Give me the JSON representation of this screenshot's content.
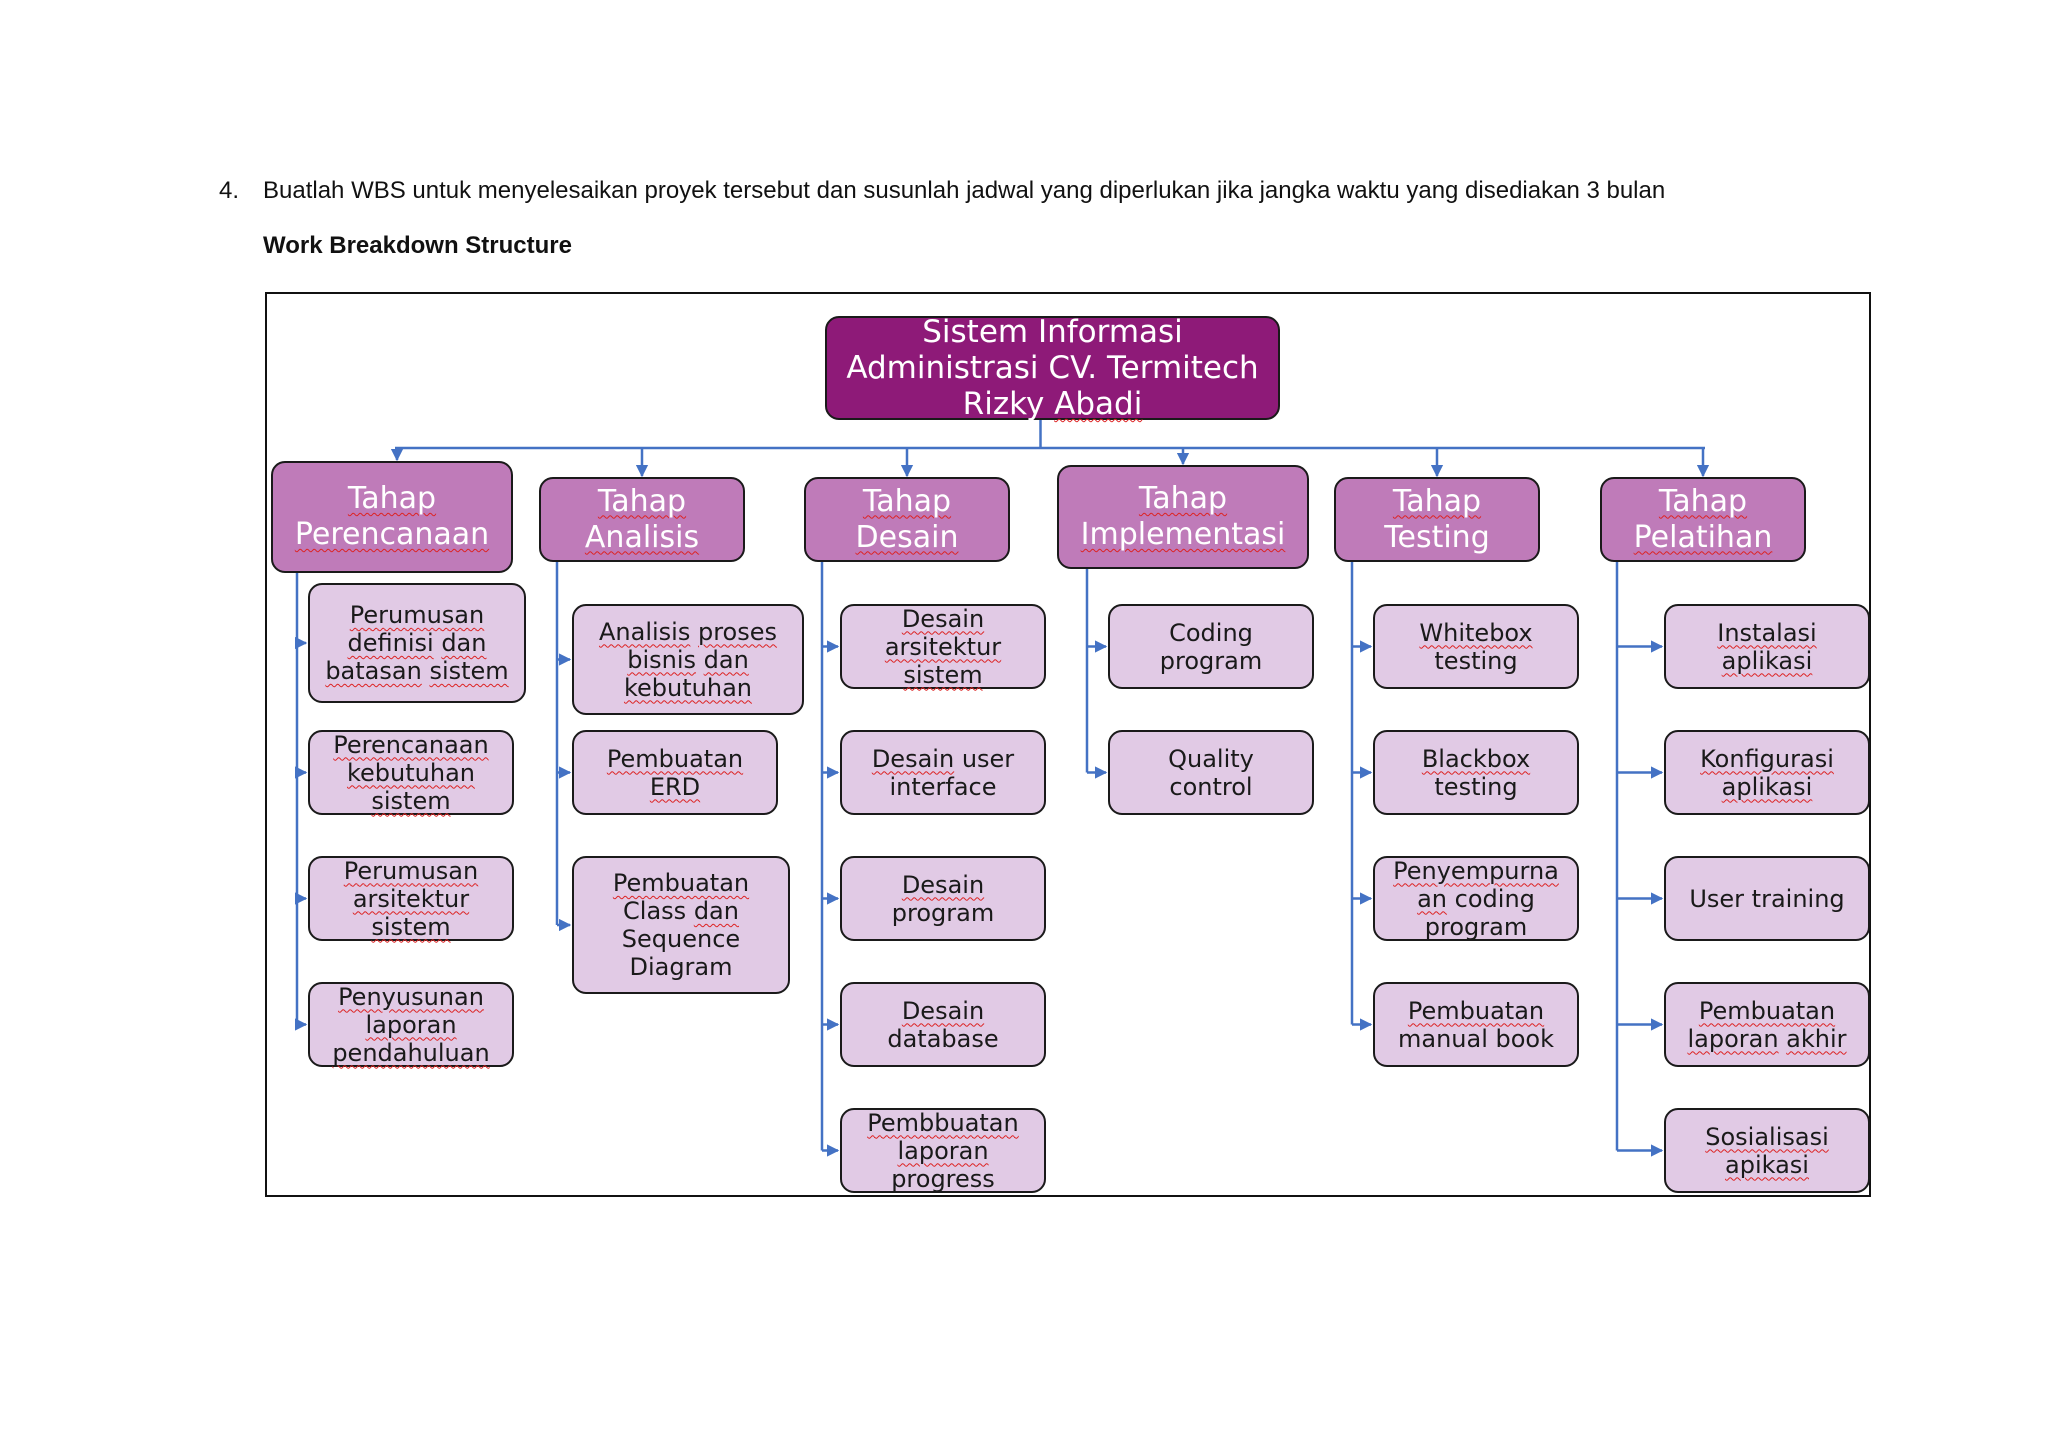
{
  "question": {
    "number": "4.",
    "text": "Buatlah WBS untuk menyelesaikan proyek tersebut dan susunlah jadwal yang diperlukan jika jangka waktu yang disediakan 3 bulan"
  },
  "section_title": "Work Breakdown Structure",
  "wbs": {
    "root": [
      "Sistem Informasi",
      "Administrasi CV. Termitech",
      "Rizky Abadi"
    ],
    "phases": [
      {
        "label": [
          "Tahap",
          "Perencanaan"
        ],
        "tasks": [
          [
            "Perumusan",
            "definisi dan",
            "batasan sistem"
          ],
          [
            "Perencanaan",
            "kebutuhan",
            "sistem"
          ],
          [
            "Perumusan",
            "arsitektur",
            "sistem"
          ],
          [
            "Penyusunan",
            "laporan",
            "pendahuluan"
          ]
        ]
      },
      {
        "label": [
          "Tahap",
          "Analisis"
        ],
        "tasks": [
          [
            "Analisis proses",
            "bisnis dan",
            "kebutuhan"
          ],
          [
            "Pembuatan",
            "ERD"
          ],
          [
            "Pembuatan",
            "Class dan",
            "Sequence",
            "Diagram"
          ]
        ]
      },
      {
        "label": [
          "Tahap",
          "Desain"
        ],
        "tasks": [
          [
            "Desain",
            "arsitektur",
            "sistem"
          ],
          [
            "Desain user",
            "interface"
          ],
          [
            "Desain",
            "program"
          ],
          [
            "Desain",
            "database"
          ],
          [
            "Pembbuatan",
            "laporan",
            "progress"
          ]
        ]
      },
      {
        "label": [
          "Tahap",
          "Implementasi"
        ],
        "tasks": [
          [
            "Coding",
            "program"
          ],
          [
            "Quality",
            "control"
          ]
        ]
      },
      {
        "label": [
          "Tahap",
          "Testing"
        ],
        "tasks": [
          [
            "Whitebox",
            "testing"
          ],
          [
            "Blackbox",
            "testing"
          ],
          [
            "Penyempurna",
            "an coding",
            "program"
          ],
          [
            "Pembuatan",
            "manual book"
          ]
        ]
      },
      {
        "label": [
          "Tahap",
          "Pelatihan"
        ],
        "tasks": [
          [
            "Instalasi",
            "aplikasi"
          ],
          [
            "Konfigurasi",
            "aplikasi"
          ],
          [
            "User training"
          ],
          [
            "Pembuatan",
            "laporan akhir"
          ],
          [
            "Sosialisasi",
            "apikasi"
          ]
        ]
      }
    ]
  },
  "colors": {
    "root_fill": "#8e1a78",
    "phase_fill": "#bf7bb9",
    "task_fill": "#e1cae5",
    "connector": "#4472c4",
    "spellcheck_underline": "#d22"
  }
}
